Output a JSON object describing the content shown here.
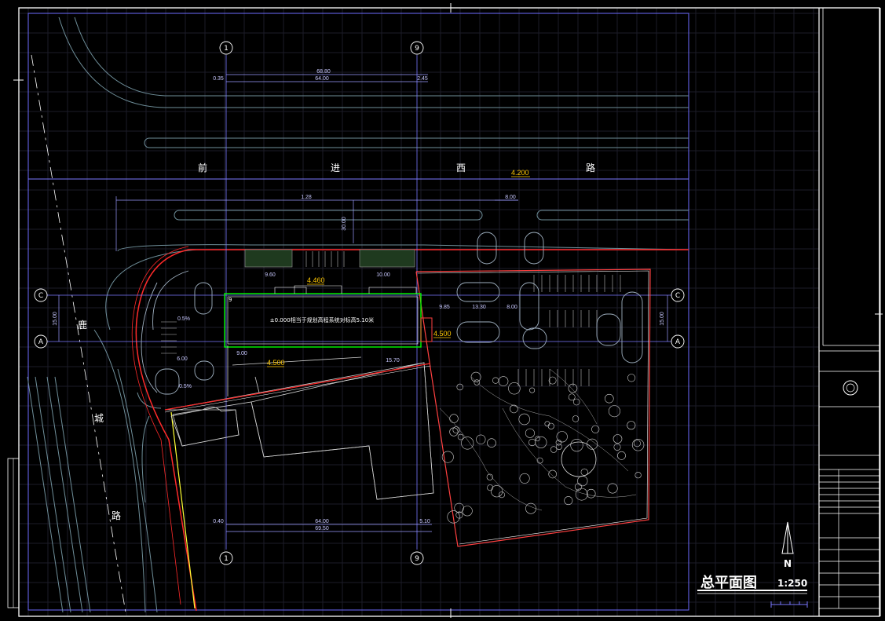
{
  "road_labels": {
    "front_1": "前",
    "front_2": "进",
    "front_3": "西",
    "front_4": "路",
    "side_1": "鹿",
    "side_2": "城",
    "side_3": "路"
  },
  "grid_axes": {
    "axis_1": "1",
    "axis_9": "9",
    "axis_c": "C",
    "axis_a": "A"
  },
  "dimensions": {
    "top_total": "68.80",
    "top_span": "64.00",
    "top_left": "0.35",
    "top_right": "2.45",
    "bottom_total": "69.50",
    "bottom_span": "64.00",
    "bottom_left": "0.40",
    "bottom_right": "5.10",
    "left_ca": "15.00",
    "right_ca": "15.00",
    "road_setback": "1.28",
    "parking_depth": "30.00",
    "space_6": "6.00",
    "court_960": "9.60",
    "court_1000": "10.00",
    "court_1330": "13.30",
    "court_800": "8.00",
    "court_985": "9.85",
    "bottom_1570": "15.70",
    "bottom_900": "9.00",
    "slope_1": "0.5%",
    "slope_2": "0.5%"
  },
  "elevations": {
    "road": "4.200",
    "entry": "4.460",
    "east": "4.500",
    "south": "4.500"
  },
  "building_note": "±0.000相当于规划高程系统对标高5.10米",
  "building_number": "9",
  "title_block": {
    "title": "总平面图",
    "scale": "1:250",
    "north": "N"
  },
  "colors": {
    "background": "#000000",
    "frame": "#ffffff",
    "axis": "#7a78ff",
    "road": "#6f8f9a",
    "property_line": "#ff2a2a",
    "building": "#00ff00",
    "elevation": "#ffc800",
    "existing": "#d0d0d0",
    "yellow_line": "#ffff33"
  }
}
